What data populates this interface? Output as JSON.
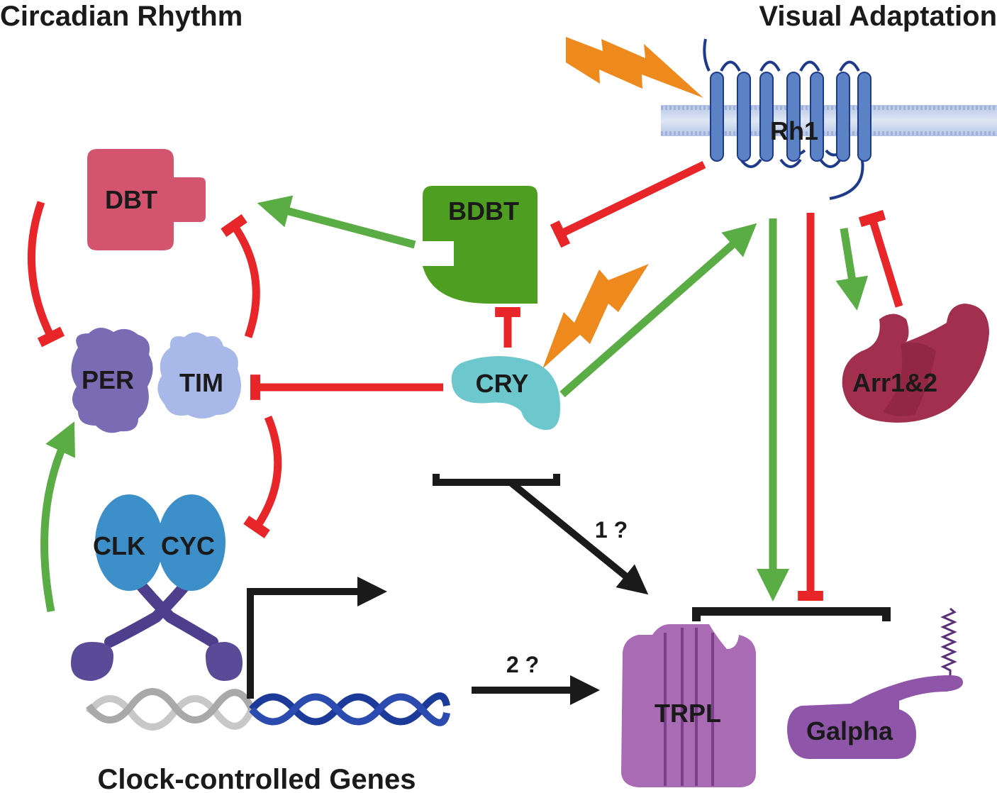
{
  "titles": {
    "left": "Circadian Rhythm",
    "right": "Visual Adaptation",
    "bottom": "Clock-controlled Genes"
  },
  "nodes": {
    "dbt": "DBT",
    "bdbt": "BDBT",
    "rh1": "Rh1",
    "per": "PER",
    "tim": "TIM",
    "cry": "CRY",
    "arr": "Arr1&2",
    "clk": "CLK",
    "cyc": "CYC",
    "trpl": "TRPL",
    "galpha": "Galpha"
  },
  "questions": {
    "q1": "1 ?",
    "q2": "2 ?"
  },
  "colors": {
    "activation": "#5aac44",
    "inhibition": "#e8262a",
    "neutral": "#1a1a1a",
    "light": "#ee8a1d",
    "dbt": "#d4546f",
    "bdbt": "#4e9e22",
    "rh1": "#5b82c4",
    "per": "#7a6bb5",
    "tim": "#a8b8e8",
    "cry": "#6cc8cc",
    "arr": "#a22f4e",
    "clk_cyc": "#3d8fc9",
    "trpl": "#a86bb4",
    "galpha": "#8e55a8"
  }
}
